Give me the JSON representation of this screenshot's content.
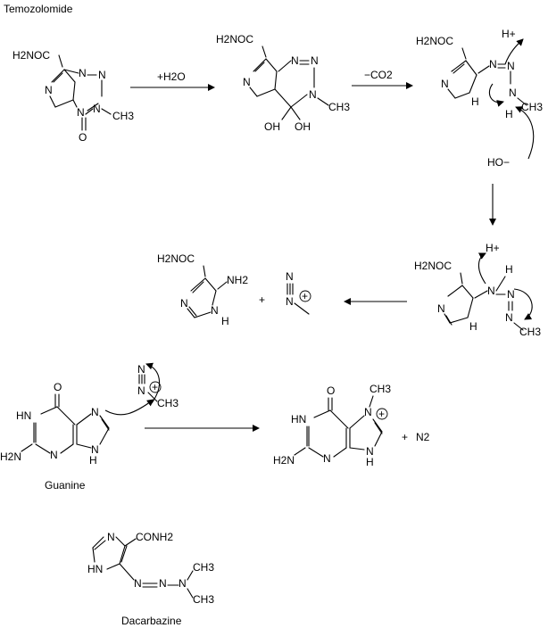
{
  "captions": {
    "temozolomide": "Temozolomide",
    "guanine": "Guanine",
    "dacarbazine": "Dacarbazine"
  },
  "step_labels": {
    "hydration": "+H2O",
    "decarboxylation": "−CO2"
  },
  "atoms": {
    "h2noc": "H2NOC",
    "conh2": "CONH2",
    "nh2": "NH2",
    "h2n": "H2N",
    "n": "N",
    "h": "H",
    "hn": "HN",
    "nh": "NH",
    "o": "O",
    "oh": "OH",
    "ho": "HO",
    "ch3": "CH3",
    "h_plus": "H+",
    "ho_minus": "HO−",
    "n2": "N2",
    "plus": "+"
  },
  "colors": {
    "ink": "#000000",
    "background": "#ffffff"
  }
}
